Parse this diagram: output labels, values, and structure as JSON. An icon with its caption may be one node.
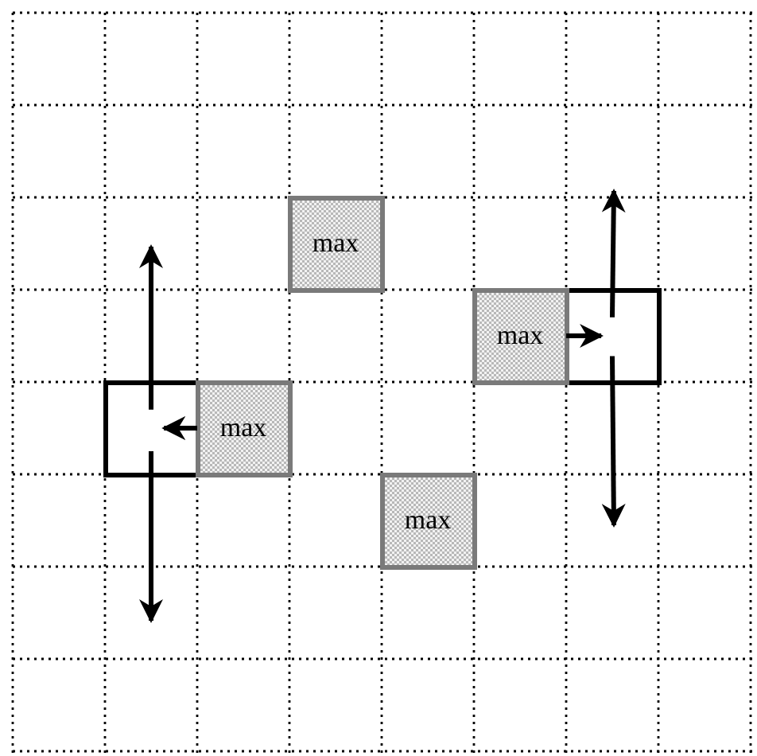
{
  "diagram": {
    "nodes": [
      {
        "text": [
          "max"
        ]
      },
      {
        "text": [
          "max"
        ]
      },
      {
        "text": [],
        "shape": "box"
      },
      {
        "text": [],
        "shape": "box"
      },
      {
        "text": [
          "max"
        ]
      },
      {
        "text": [
          "max"
        ]
      }
    ],
    "edges": [
      {
        "from": 1,
        "to": 2,
        "arrow": "to"
      },
      {
        "from": 2,
        "to": null,
        "arrow": "to"
      },
      {
        "from": 2,
        "to": null,
        "arrow": "to"
      },
      {
        "from": 4,
        "to": 3,
        "arrow": "to"
      },
      {
        "from": 3,
        "to": null,
        "arrow": "to"
      },
      {
        "from": 3,
        "to": null,
        "arrow": "to"
      }
    ]
  }
}
